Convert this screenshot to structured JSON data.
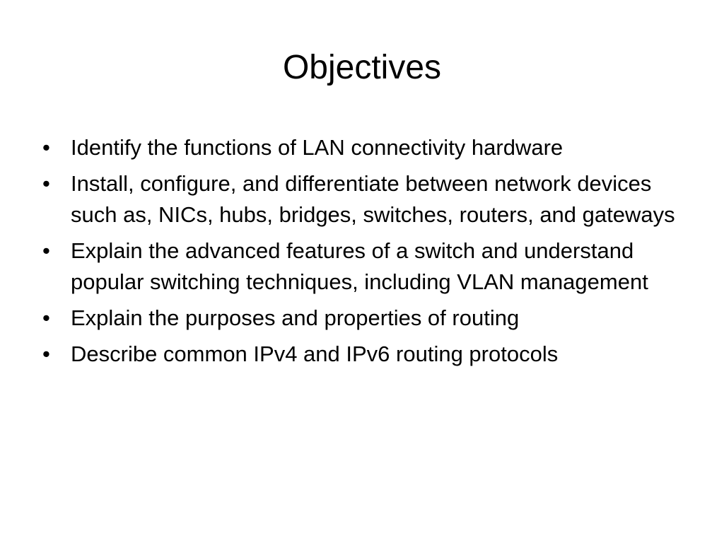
{
  "slide": {
    "title": "Objectives",
    "bullet_symbol": "•",
    "bullets": [
      "Identify the functions of LAN connectivity hardware",
      "Install, configure, and differentiate between network devices such as, NICs, hubs, bridges, switches, routers, and gateways",
      "Explain the advanced features of a switch and understand popular switching techniques, including VLAN management",
      "Explain the purposes and properties of routing",
      "Describe common IPv4 and IPv6 routing protocols"
    ]
  }
}
